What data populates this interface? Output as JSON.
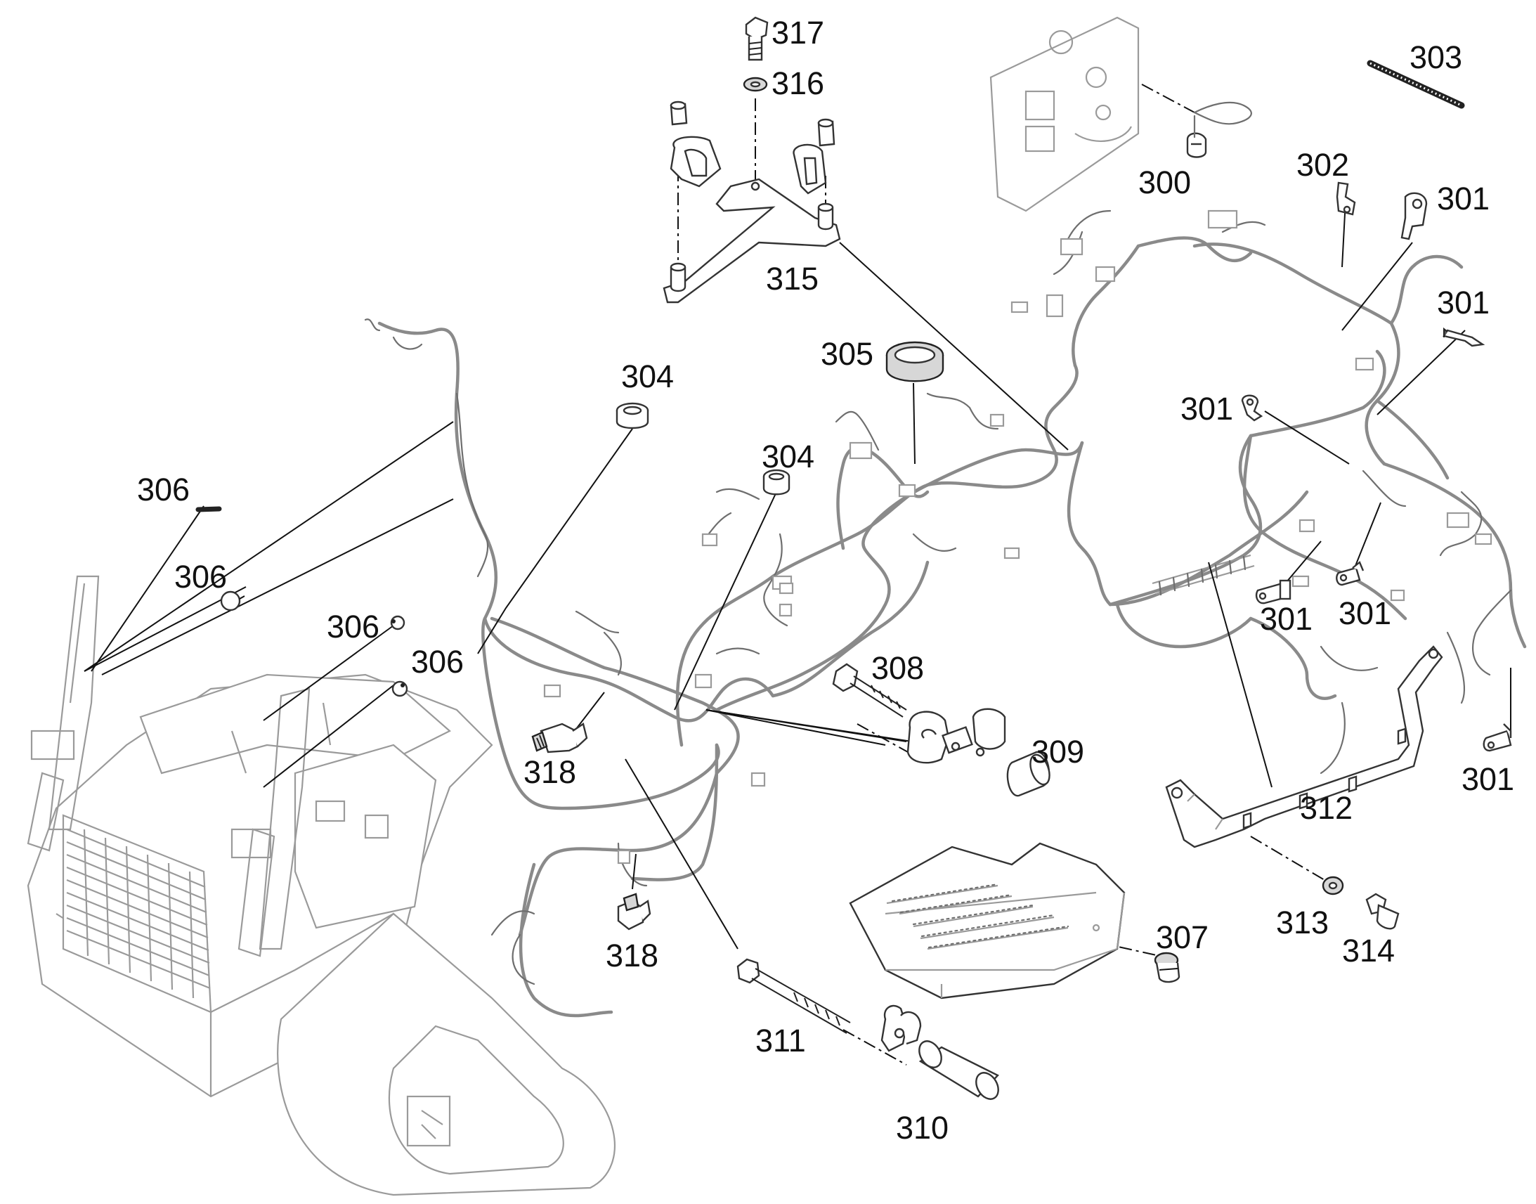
{
  "callouts": {
    "c300": "300",
    "c301a": "301",
    "c301b": "301",
    "c301c": "301",
    "c301d": "301",
    "c301e": "301",
    "c301f": "301",
    "c302": "302",
    "c303": "303",
    "c304a": "304",
    "c304b": "304",
    "c305": "305",
    "c306a": "306",
    "c306b": "306",
    "c306c": "306",
    "c306d": "306",
    "c307": "307",
    "c308": "308",
    "c309": "309",
    "c310": "310",
    "c311": "311",
    "c312": "312",
    "c313": "313",
    "c314": "314",
    "c315": "315",
    "c316": "316",
    "c317": "317",
    "c318a": "318",
    "c318b": "318"
  }
}
